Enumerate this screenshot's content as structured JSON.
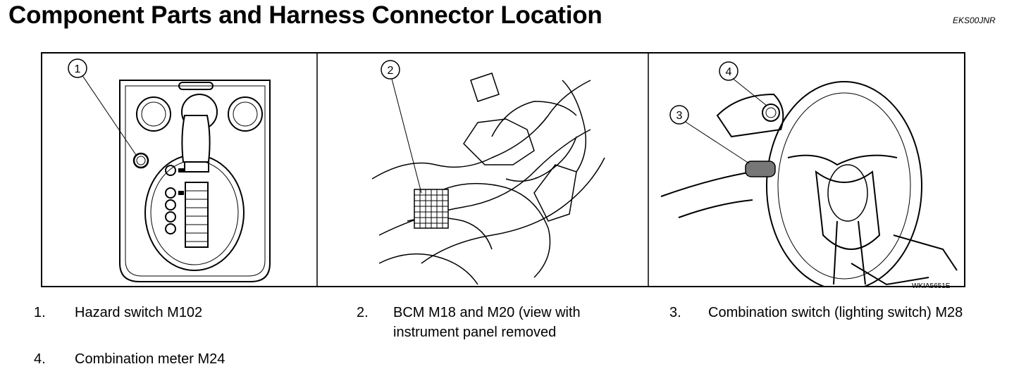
{
  "header": {
    "title": "Component Parts and Harness Connector Location",
    "code": "EKS00JNR"
  },
  "figure": {
    "code": "WKIA5651E",
    "callouts": [
      "1",
      "2",
      "3",
      "4"
    ]
  },
  "legend": [
    {
      "number": "1.",
      "text": "Hazard switch M102"
    },
    {
      "number": "2.",
      "text": "BCM M18 and M20 (view with instrument panel removed"
    },
    {
      "number": "3.",
      "text": "Combination switch (lighting switch) M28"
    },
    {
      "number": "4.",
      "text": "Combination meter M24"
    }
  ]
}
